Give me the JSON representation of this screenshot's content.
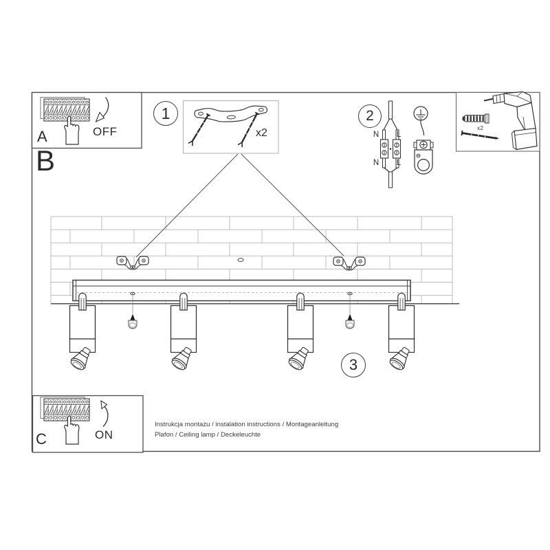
{
  "labels": {
    "a": "A",
    "b": "B",
    "c": "C",
    "off": "OFF",
    "on": "ON"
  },
  "steps": {
    "s1": "1",
    "s2": "2",
    "s3": "3"
  },
  "quantities": {
    "brackets": "x2",
    "plugs": "x2"
  },
  "wiring": {
    "n_top": "N",
    "l_top": "L",
    "n_bottom": "N",
    "l_bottom": "L"
  },
  "footer": {
    "line1": "Instrukcja montażu / instalation instructions / Montageanleitung",
    "line2": "Plafon / Ceiling lamp / Deckeleuchte"
  }
}
